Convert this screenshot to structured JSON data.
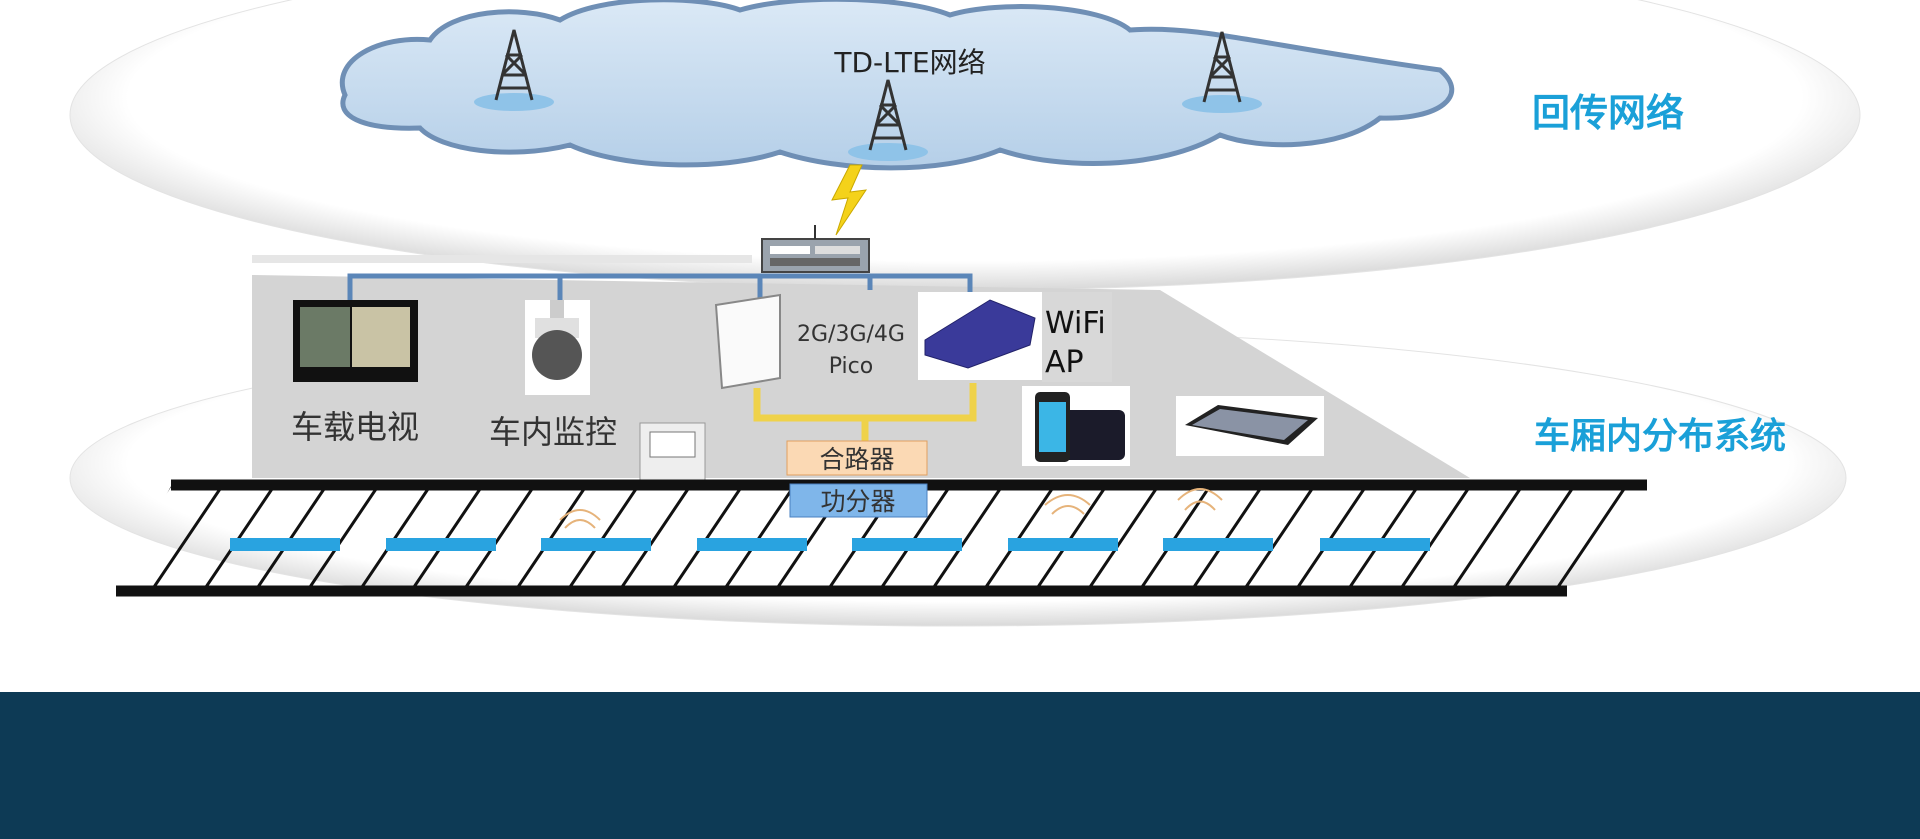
{
  "layers": {
    "backhaul": {
      "label": "回传网络",
      "network": "TD-LTE网络"
    },
    "in_car": {
      "label": "车厢内分布系统"
    }
  },
  "devices": {
    "tv": "车载电视",
    "monitor": "车内监控",
    "pico_line1": "2G/3G/4G",
    "pico_line2": "Pico",
    "wifi_line1": "WiFi",
    "wifi_line2": "AP",
    "combiner": "合路器",
    "splitter": "功分器"
  },
  "colors": {
    "label_blue": "#1aa0d8",
    "cloud": "#c5dcef",
    "antenna_bar": "#29a3e0",
    "footer": "#0d3a55",
    "combiner": "#fbd9b4",
    "splitter": "#7fb6ea"
  }
}
